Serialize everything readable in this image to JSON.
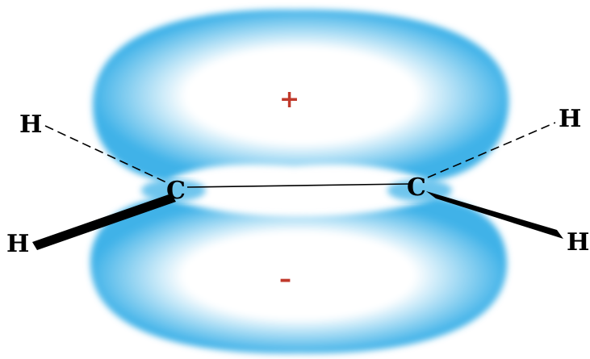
{
  "atoms": {
    "carbon_left": "C",
    "carbon_right": "C",
    "hydrogen_upper_left": "H",
    "hydrogen_upper_right": "H",
    "hydrogen_lower_left": "H",
    "hydrogen_lower_right": "H"
  },
  "lobes": {
    "upper_sign": "+",
    "lower_sign": "–"
  },
  "colors": {
    "lobe_outer": "#3fb2e8",
    "lobe_inner": "#ffffff",
    "sign": "#c0392b",
    "bond": "#000000"
  }
}
